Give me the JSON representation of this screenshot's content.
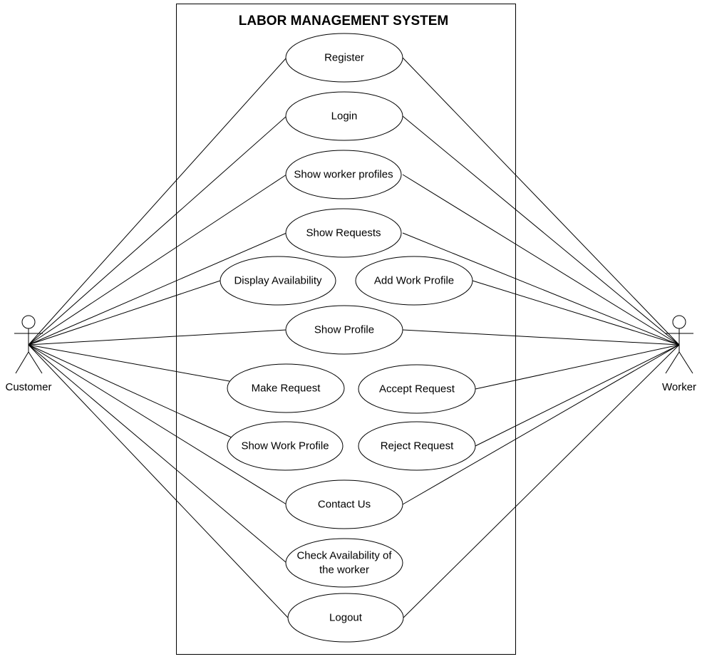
{
  "system": {
    "title": "LABOR MANAGEMENT SYSTEM"
  },
  "actors": {
    "customer": {
      "label": "Customer"
    },
    "worker": {
      "label": "Worker"
    }
  },
  "use_cases": {
    "register": {
      "label": "Register"
    },
    "login": {
      "label": "Login"
    },
    "show_worker_profiles": {
      "label": "Show worker profiles"
    },
    "show_requests": {
      "label": "Show Requests"
    },
    "display_availability": {
      "label": "Display Availability"
    },
    "add_work_profile": {
      "label": "Add Work Profile"
    },
    "show_profile": {
      "label": "Show Profile"
    },
    "make_request": {
      "label": "Make Request"
    },
    "accept_request": {
      "label": "Accept Request"
    },
    "show_work_profile": {
      "label": "Show Work Profile"
    },
    "reject_request": {
      "label": "Reject Request"
    },
    "contact_us": {
      "label": "Contact Us"
    },
    "check_availability": {
      "line1": "Check Availability of",
      "line2": "the worker"
    },
    "logout": {
      "label": "Logout"
    }
  },
  "associations": {
    "customer": [
      "register",
      "login",
      "show_worker_profiles",
      "show_requests",
      "display_availability",
      "show_profile",
      "make_request",
      "show_work_profile",
      "contact_us",
      "check_availability",
      "logout"
    ],
    "worker": [
      "register",
      "login",
      "show_worker_profiles",
      "show_requests",
      "add_work_profile",
      "show_profile",
      "accept_request",
      "reject_request",
      "contact_us",
      "logout"
    ]
  },
  "colors": {
    "stroke": "#000000",
    "fill": "#ffffff",
    "text": "#000000"
  }
}
